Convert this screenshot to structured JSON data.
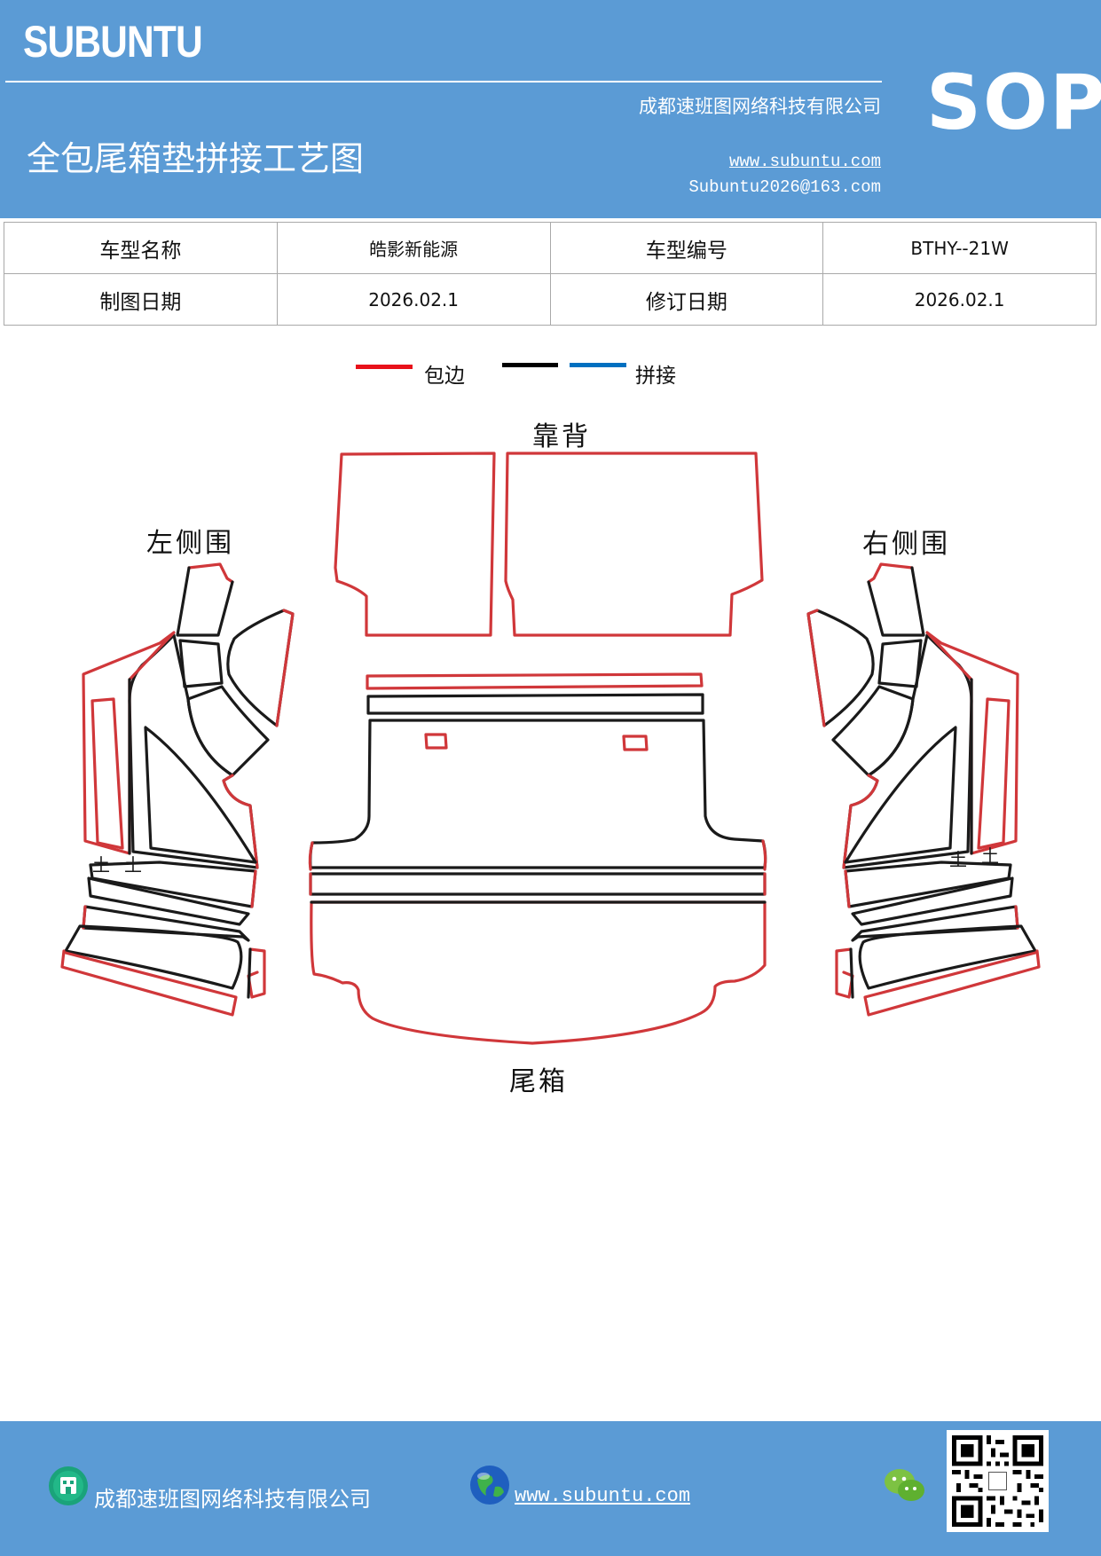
{
  "header": {
    "brand": "SUBUNTU",
    "company": "成都速班图网络科技有限公司",
    "title": "全包尾箱垫拼接工艺图",
    "website": "www.subuntu.com",
    "email": "Subuntu2026@163.com",
    "badge": "SOP"
  },
  "info": {
    "model_name_label": "车型名称",
    "model_name": "皓影新能源",
    "model_code_label": "车型编号",
    "model_code": "BTHY--21W",
    "draw_date_label": "制图日期",
    "draw_date": "2026.02.1",
    "revise_date_label": "修订日期",
    "revise_date": "2026.02.1"
  },
  "legend": {
    "edge_label": "包边",
    "edge_color": "#e8111a",
    "black_color": "#000000",
    "splice_label": "拼接",
    "splice_color": "#0070c0"
  },
  "diagram": {
    "backrest_label": "靠背",
    "left_side_label": "左侧围",
    "right_side_label": "右侧围",
    "trunk_label": "尾箱",
    "outline_red": "#d0373a",
    "outline_black": "#1a1a1a"
  },
  "footer": {
    "company": "成都速班图网络科技有限公司",
    "website": "www.subuntu.com"
  }
}
